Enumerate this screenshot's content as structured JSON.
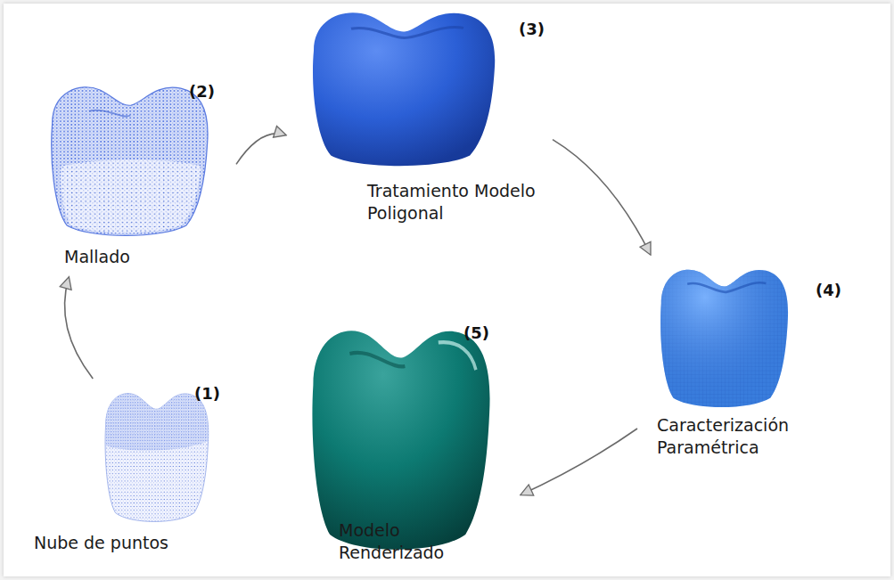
{
  "diagram": {
    "nodes": [
      {
        "text": [
          "Nube de puntos",
          "(1)"
        ]
      },
      {
        "text": [
          "Mallado",
          "(2)"
        ]
      },
      {
        "text": [
          "Tratamiento Modelo Poligonal",
          "(3)"
        ]
      },
      {
        "text": [
          "Caracterización Paramétrica",
          "(4)"
        ]
      },
      {
        "text": [
          "Modelo Renderizado",
          "(5)"
        ]
      }
    ],
    "edges": [
      {
        "from": 0,
        "to": 1,
        "arrow": "to"
      },
      {
        "from": 1,
        "to": 2,
        "arrow": "to"
      },
      {
        "from": 2,
        "to": 3,
        "arrow": "to"
      },
      {
        "from": 3,
        "to": 4,
        "arrow": "to"
      }
    ]
  }
}
